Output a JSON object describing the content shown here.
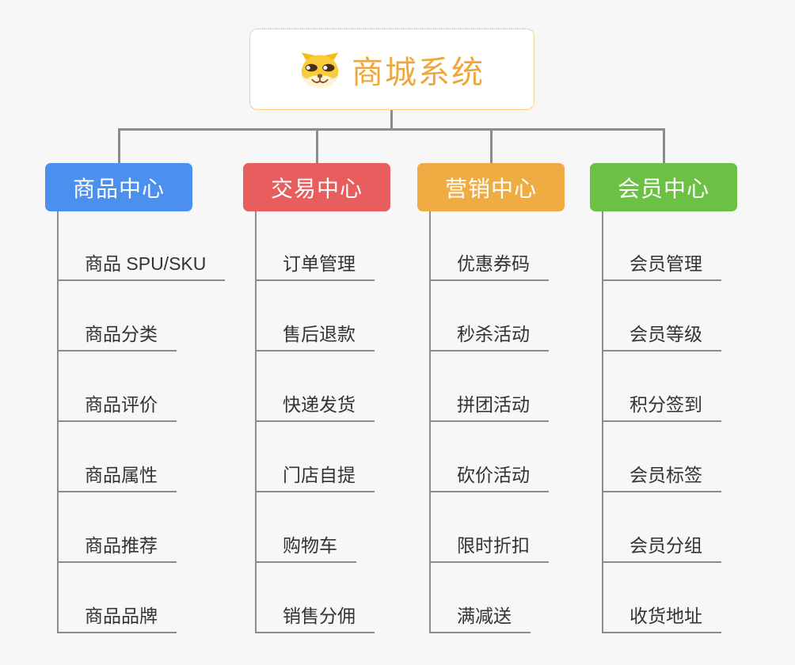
{
  "root": {
    "title": "商城系统",
    "icon": "dog-face-icon",
    "title_color": "#efa73c",
    "border_color": "#e8a33c"
  },
  "branches": [
    {
      "label": "商品中心",
      "color": "#4b90ee",
      "items": [
        "商品 SPU/SKU",
        "商品分类",
        "商品评价",
        "商品属性",
        "商品推荐",
        "商品品牌"
      ]
    },
    {
      "label": "交易中心",
      "color": "#e85d5d",
      "items": [
        "订单管理",
        "售后退款",
        "快递发货",
        "门店自提",
        "购物车",
        "销售分佣"
      ]
    },
    {
      "label": "营销中心",
      "color": "#eeac42",
      "items": [
        "优惠券码",
        "秒杀活动",
        "拼团活动",
        "砍价活动",
        "限时折扣",
        "满减送"
      ]
    },
    {
      "label": "会员中心",
      "color": "#6cc145",
      "items": [
        "会员管理",
        "会员等级",
        "积分签到",
        "会员标签",
        "会员分组",
        "收货地址"
      ]
    }
  ],
  "colors": {
    "background": "#f7f7f7",
    "connector": "#8c8c8c",
    "item_text": "#333333",
    "item_underline": "#8c8c8c"
  }
}
